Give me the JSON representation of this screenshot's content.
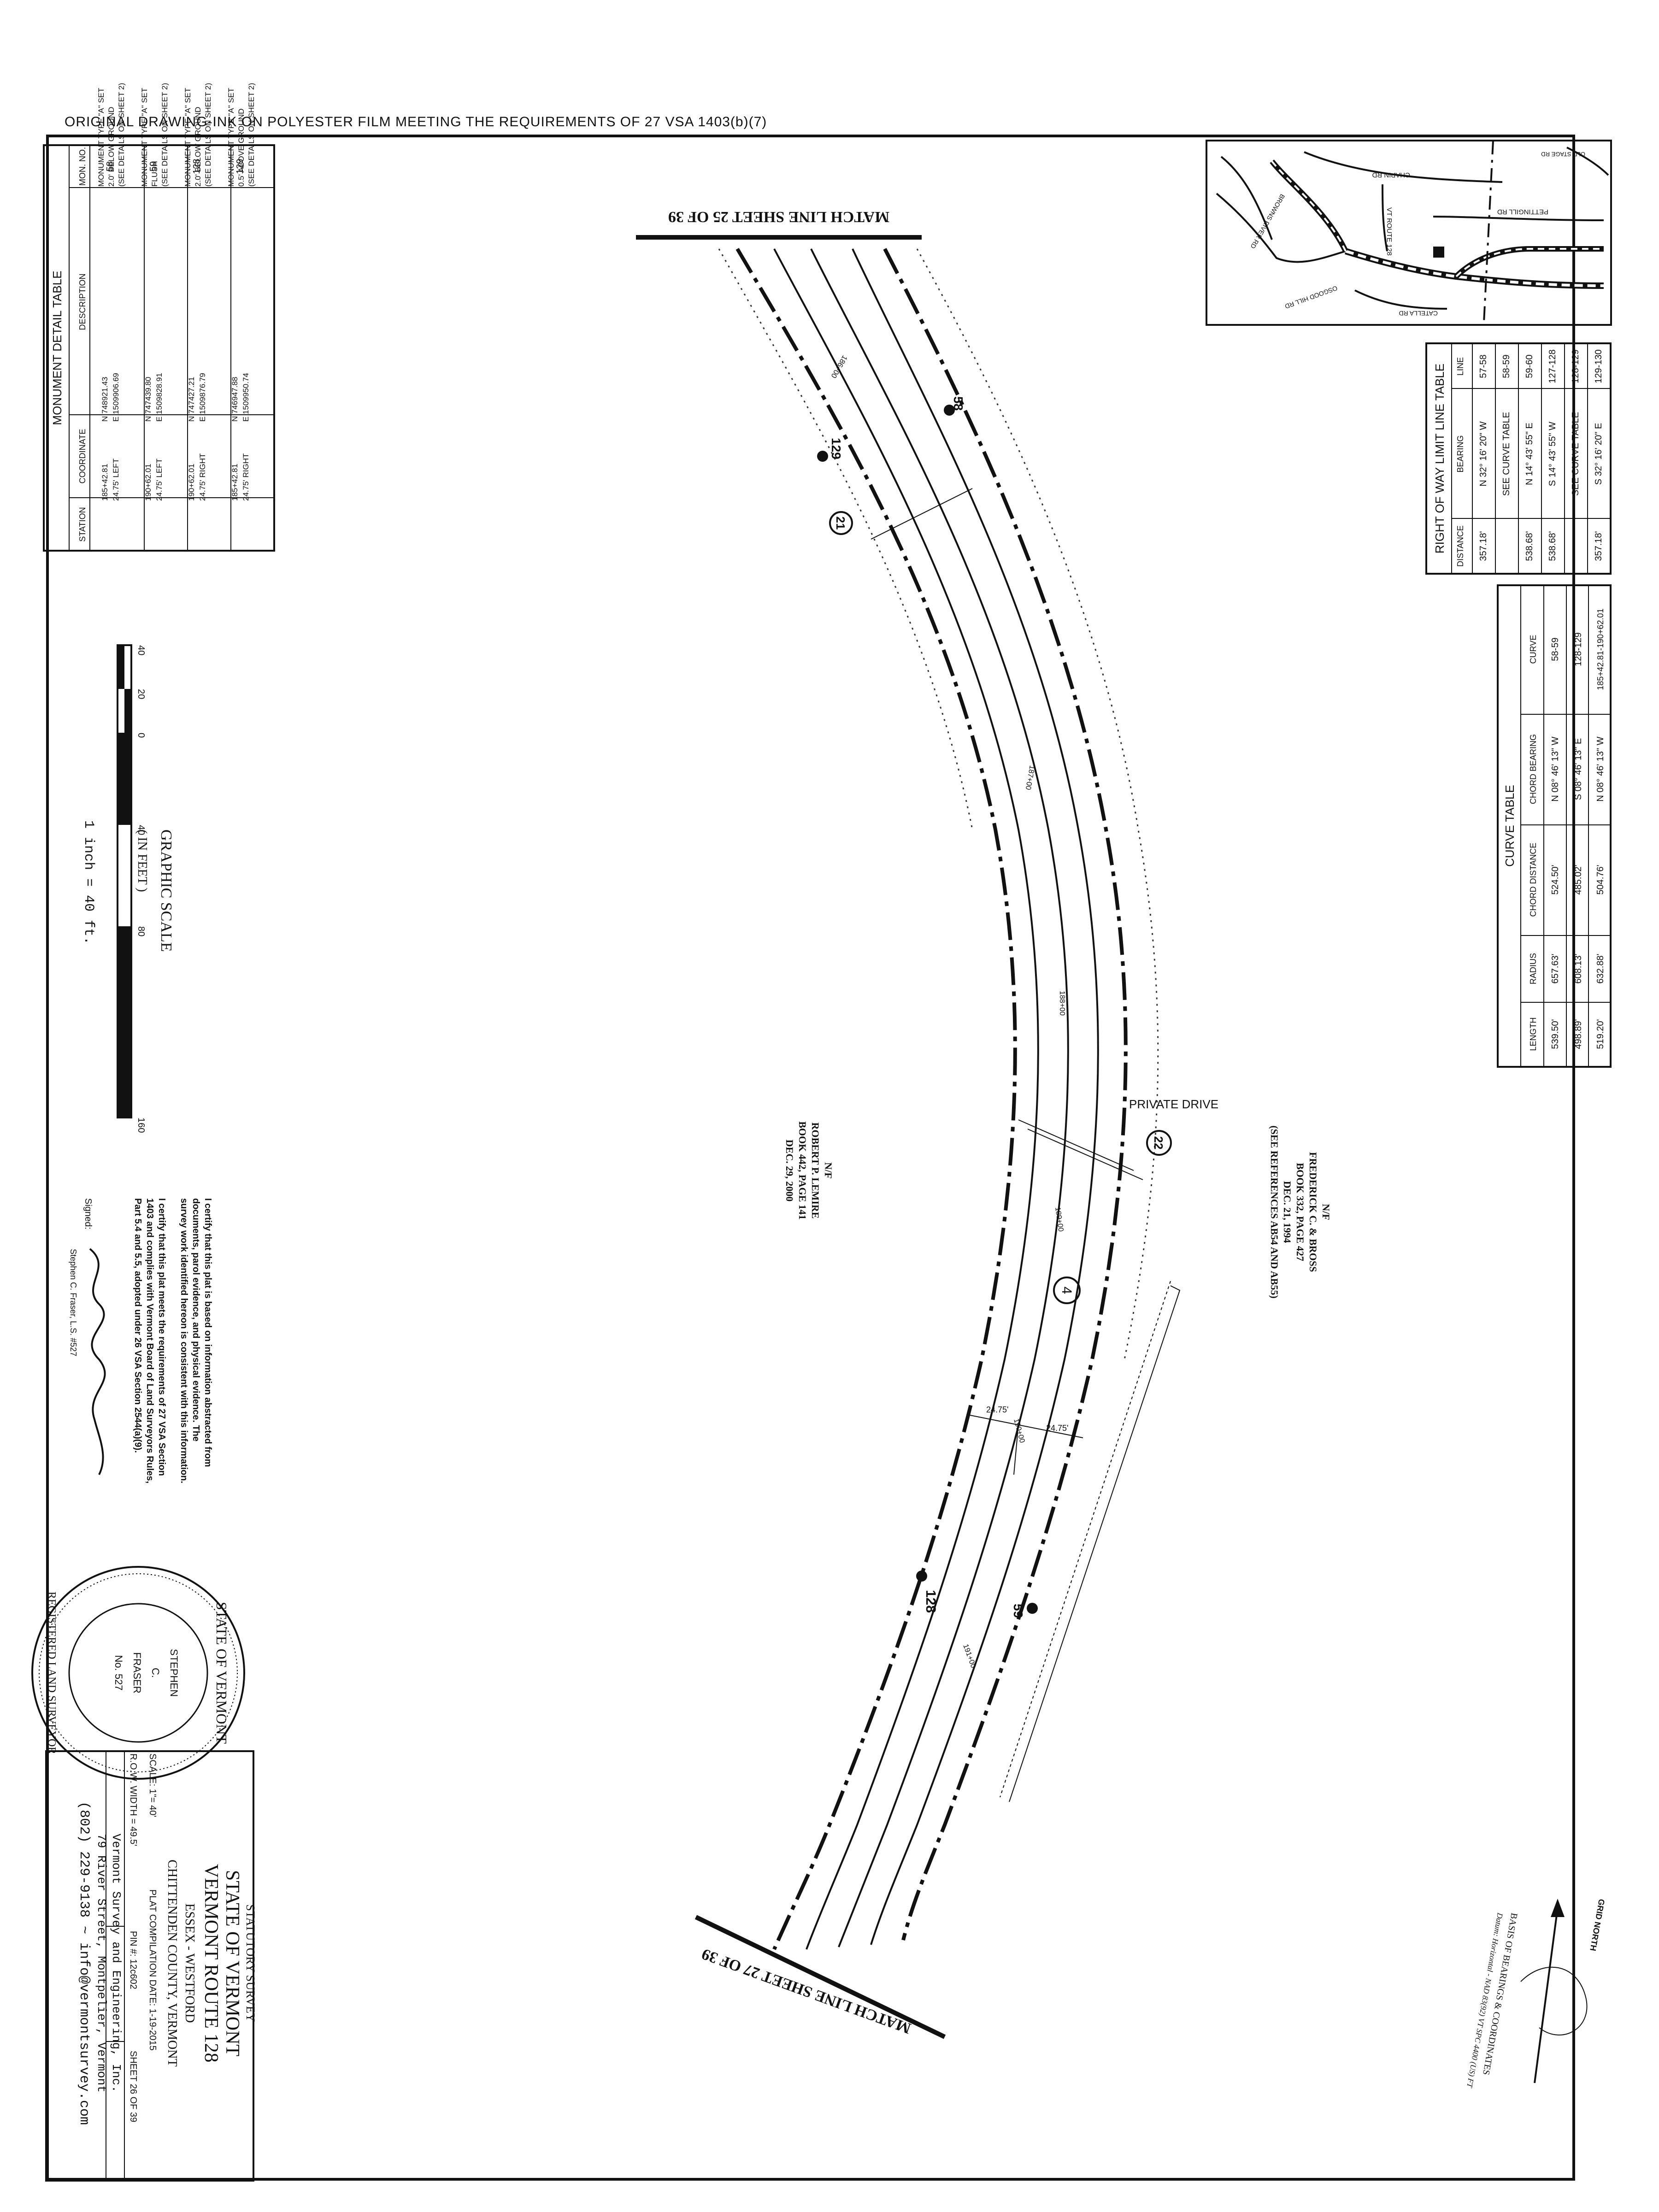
{
  "header_note": "ORIGINAL DRAWING-INK ON POLYESTER FILM MEETING THE REQUIREMENTS OF 27 VSA 1403(b)(7)",
  "monument_table": {
    "title": "MONUMENT DETAIL TABLE",
    "headers": [
      "MON. NO.",
      "DESCRIPTION",
      "COORDINATE",
      "STATION"
    ],
    "rows": [
      {
        "no": "58",
        "desc": [
          "MONUMENT TYPE \"A\" SET",
          "2.0' BELOW GROUND",
          "(SEE DETAILS ON SHEET 2)"
        ],
        "coord": [
          "N 748921.43",
          "E 1509906.69"
        ],
        "station": [
          "185+42.81",
          "24.75' LEFT"
        ]
      },
      {
        "no": "59",
        "desc": [
          "MONUMENT TYPE \"A\" SET",
          "FLUSH",
          "(SEE DETAILS ON SHEET 2)"
        ],
        "coord": [
          "N 747439.80",
          "E 1509828.91"
        ],
        "station": [
          "190+62.01",
          "24.75' LEFT"
        ]
      },
      {
        "no": "128",
        "desc": [
          "MONUMENT TYPE \"A\" SET",
          "2.0' BELOW GROUND",
          "(SEE DETAILS ON SHEET 2)"
        ],
        "coord": [
          "N 747427.21",
          "E 1509876.79"
        ],
        "station": [
          "190+62.01",
          "24.75' RIGHT"
        ]
      },
      {
        "no": "129",
        "desc": [
          "MONUMENT TYPE \"A\" SET",
          "0.5' ABOVE GROUND",
          "(SEE DETAILS ON SHEET 2)"
        ],
        "coord": [
          "N 746947.88",
          "E 1509950.74"
        ],
        "station": [
          "185+42.81",
          "24.75' RIGHT"
        ]
      }
    ]
  },
  "row_table": {
    "title": "RIGHT OF WAY LIMIT LINE TABLE",
    "headers": [
      "LINE",
      "BEARING",
      "DISTANCE"
    ],
    "rows": [
      [
        "57-58",
        "N 32° 16' 20\" W",
        "357.18'"
      ],
      [
        "58-59",
        "SEE CURVE TABLE",
        ""
      ],
      [
        "59-60",
        "N 14° 43' 55\" E",
        "538.68'"
      ],
      [
        "127-128",
        "S 14° 43' 55\" W",
        "538.68'"
      ],
      [
        "128-129",
        "SEE CURVE TABLE",
        ""
      ],
      [
        "129-130",
        "S 32° 16' 20\" E",
        "357.18'"
      ]
    ]
  },
  "curve_table": {
    "title": "CURVE TABLE",
    "headers": [
      "CURVE",
      "CHORD BEARING",
      "CHORD DISTANCE",
      "RADIUS",
      "LENGTH"
    ],
    "rows": [
      [
        "58-59",
        "N 08° 46' 13\" W",
        "524.50'",
        "657.63'",
        "539.50'"
      ],
      [
        "128-129",
        "S 08° 46' 13\" E",
        "485.02'",
        "608.13'",
        "498.89'"
      ],
      [
        "185+42.81-190+62.01",
        "N 08° 46' 13\" W",
        "504.76'",
        "632.88'",
        "519.20'"
      ]
    ]
  },
  "map_labels": {
    "chapin": "CHAPIN RD",
    "pettingill": "PETTINGILL RD",
    "route128": "VT ROUTE 128",
    "osgood": "OSGOOD HILL RD",
    "catella": "CATELLA RD",
    "brown": "BROWNS RIVER RD",
    "old_stage": "OLD STAGE RD"
  },
  "match_top": "MATCH LINE SHEET 25 OF 39",
  "match_bottom": "MATCH LINE SHEET 27 OF 39",
  "stations": [
    "186+00",
    "187+00",
    "188+00",
    "189+00",
    "190+00",
    "191+00"
  ],
  "monuments": {
    "m58": "58",
    "m59": "59",
    "m128": "128",
    "m129": "129"
  },
  "parcels": {
    "p21": "21",
    "p22": "22",
    "p4": "4"
  },
  "private_drive": "PRIVATE DRIVE",
  "offset_label": "24.75'",
  "owner_right": [
    "N/F",
    "FREDERICK C. & BROSS",
    "BOOK 332, PAGE 427",
    "DEC. 21, 1994",
    "(SEE REFERENCES AB54 AND AB55)"
  ],
  "owner_left": [
    "N/F",
    "ROBERT P. LEMIRE",
    "BOOK 442, PAGE 141",
    "DEC. 29, 2000"
  ],
  "graphic_scale": {
    "ticks": [
      "40",
      "20",
      "0",
      "40",
      "80",
      "160"
    ],
    "title": "GRAPHIC SCALE",
    "unit": "( IN FEET )",
    "ratio": "1 inch = 40 ft."
  },
  "certification": {
    "p1": [
      "I certify that this plat is based on information abstracted from",
      "documents, parol evidence, and physical evidence. The",
      "survey work identified hereon is consistent with this information."
    ],
    "p2": [
      "I certify that this plat meets the requirements of 27 VSA Section",
      "1403 and complies with Vermont Board of Land Surveyors Rules,",
      "Part 5.4 and 5.5, adopted under 26 VSA Section 2544(a)(9)."
    ],
    "signed": "Signed:",
    "surveyor": "Stephen C. Fraser, L.S. #527"
  },
  "seal": {
    "state": "STATE OF VERMONT",
    "bottom": "REGISTERED LAND SURVEYOR",
    "name": [
      "STEPHEN",
      "C.",
      "FRASER",
      "No. 527"
    ]
  },
  "title_block": {
    "survey": "STATUTORY SURVEY",
    "state": "STATE OF VERMONT",
    "route": "VERMONT ROUTE 128",
    "towns": "ESSEX - WESTFORD",
    "county": "CHITTENDEN COUNTY, VERMONT",
    "scale": "SCALE: 1\"= 40'",
    "completion": "PLAT COMPILATION DATE: 1-19-2015",
    "row_width": "R.O.W. WIDTH = 49.5'",
    "pin": "PIN #: 12c602",
    "sheet": "SHEET 26 OF 39",
    "firm": "Vermont Survey and Engineering, Inc.",
    "address": "79 River Street, Montpelier, Vermont",
    "contact": "(802) 229-9138 ~ info@vermontsurvey.com"
  },
  "basis": {
    "line1": "BASIS OF BEARINGS & COORDINATES",
    "line2": "Datum: Horizontal - NAD 83(92) VT SPC 4400 (US) FT",
    "north": "GRID NORTH"
  }
}
